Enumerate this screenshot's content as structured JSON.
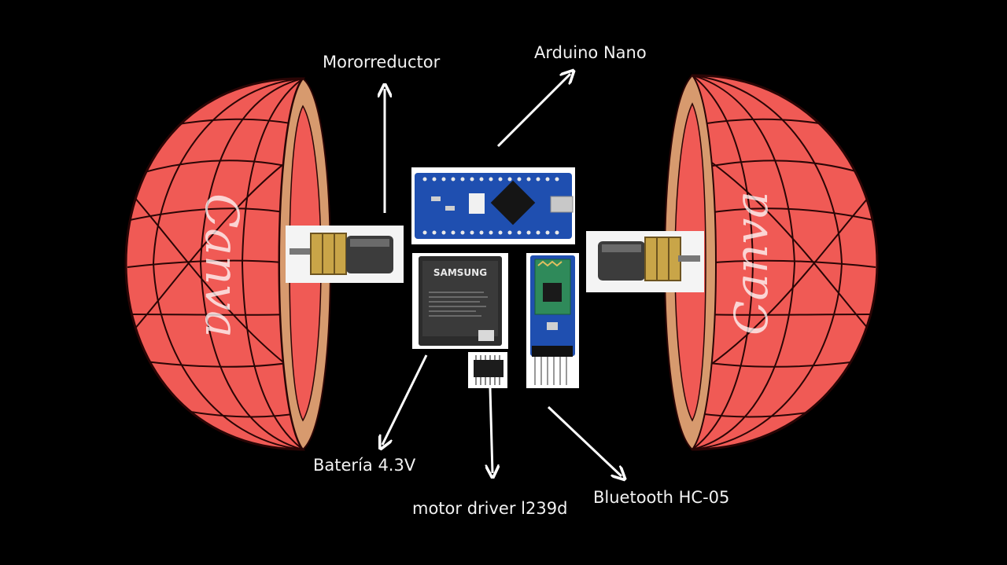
{
  "labels": {
    "motor_top": "Mororreductor",
    "arduino": "Arduino Nano",
    "battery": "Batería 4.3V",
    "driver": "motor driver l239d",
    "bluetooth": "Bluetooth HC-05"
  },
  "watermark": "Canva",
  "battery_brand": "SAMSUNG",
  "colors": {
    "background": "#000000",
    "shell": "#f05a55",
    "shell_lines": "#2a0505",
    "rim": "#d79a6e",
    "arrow": "#ffffff",
    "text": "#f2f2f2"
  }
}
